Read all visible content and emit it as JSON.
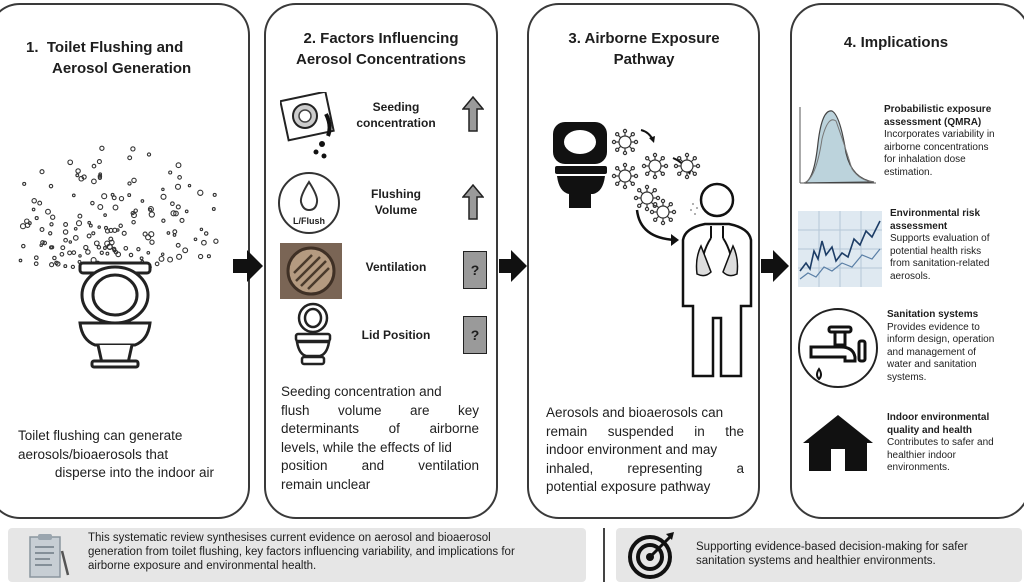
{
  "panel1": {
    "number": "1.",
    "title_line1": "Toilet Flushing and",
    "title_line2": "Aerosol Generation",
    "body_line1": "Toilet flushing can generate",
    "body_line2": "aerosols/bioaerosols that",
    "body_line3": "disperse into the indoor air"
  },
  "panel2": {
    "title_line1": "2. Factors Influencing",
    "title_line2": "Aerosol Concentrations",
    "factors": [
      {
        "label_line1": "Seeding",
        "label_line2": "concentration",
        "effect": "increase",
        "icon": "petri-dish-icon"
      },
      {
        "label_line1": "Flushing",
        "label_line2": "Volume",
        "effect": "increase",
        "icon": "water-drop-icon",
        "icon_text": "L/Flush"
      },
      {
        "label_line1": "Ventilation",
        "label_line2": "",
        "effect": "unclear",
        "effect_symbol": "?",
        "icon": "ventilation-fan-icon"
      },
      {
        "label_line1": "Lid Position",
        "label_line2": "",
        "effect": "unclear",
        "effect_symbol": "?",
        "icon": "toilet-icon"
      }
    ],
    "body_line1": "Seeding concentration and",
    "body_line2": "flush volume are key",
    "body_line3": "determinants of airborne",
    "body_line4": "levels, while the effects of lid",
    "body_line5": "position and ventilation",
    "body_line6": "remain unclear"
  },
  "panel3": {
    "title_line1": "3. Airborne Exposure",
    "title_line2": "Pathway",
    "body_line1": "Aerosols and bioaerosols can",
    "body_line2": "remain suspended in the",
    "body_line3": "indoor environment and may",
    "body_line4": "inhaled, representing a",
    "body_line5": "potential exposure pathway"
  },
  "panel4": {
    "title": "4. Implications",
    "items": [
      {
        "title_lines": [
          "Probabilistic exposure",
          "assessment (QMRA)"
        ],
        "desc_lines": [
          "Incorporates variability in",
          "airborne concentrations",
          "for inhalation dose",
          "estimation."
        ],
        "icon": "distribution-curve-icon"
      },
      {
        "title_lines": [
          "Environmental risk",
          "assessment"
        ],
        "desc_lines": [
          "Supports evaluation of",
          "potential health risks",
          "from sanitation-related",
          "aerosols."
        ],
        "icon": "risk-graph-icon"
      },
      {
        "title_lines": [
          "Sanitation systems"
        ],
        "desc_lines": [
          "Provides evidence to",
          "inform design, operation",
          "and management of",
          "water and sanitation",
          "systems."
        ],
        "icon": "water-tap-icon"
      },
      {
        "title_lines": [
          "Indoor environmental",
          "quality and health"
        ],
        "desc_lines": [
          "Contributes to safer and",
          "healthier indoor",
          "environments."
        ],
        "icon": "house-icon"
      }
    ]
  },
  "footer": {
    "summary_line1": "This systematic review synthesises current evidence on aerosol and bioaerosol",
    "summary_line2": "generation from toilet flushing, key factors influencing variability, and implications for",
    "summary_line3": "airborne exposure and environmental health.",
    "goal_line1": "Supporting evidence-based decision-making for safer",
    "goal_line2": "sanitation systems and healthier environments.",
    "summary_icon": "clipboard-report-icon",
    "goal_icon": "target-icon"
  },
  "colors": {
    "border": "#3a3a3a",
    "arrow": "#111111",
    "footer_bg": "#e6e6e6",
    "unclear_box": "#9a9a9a"
  }
}
